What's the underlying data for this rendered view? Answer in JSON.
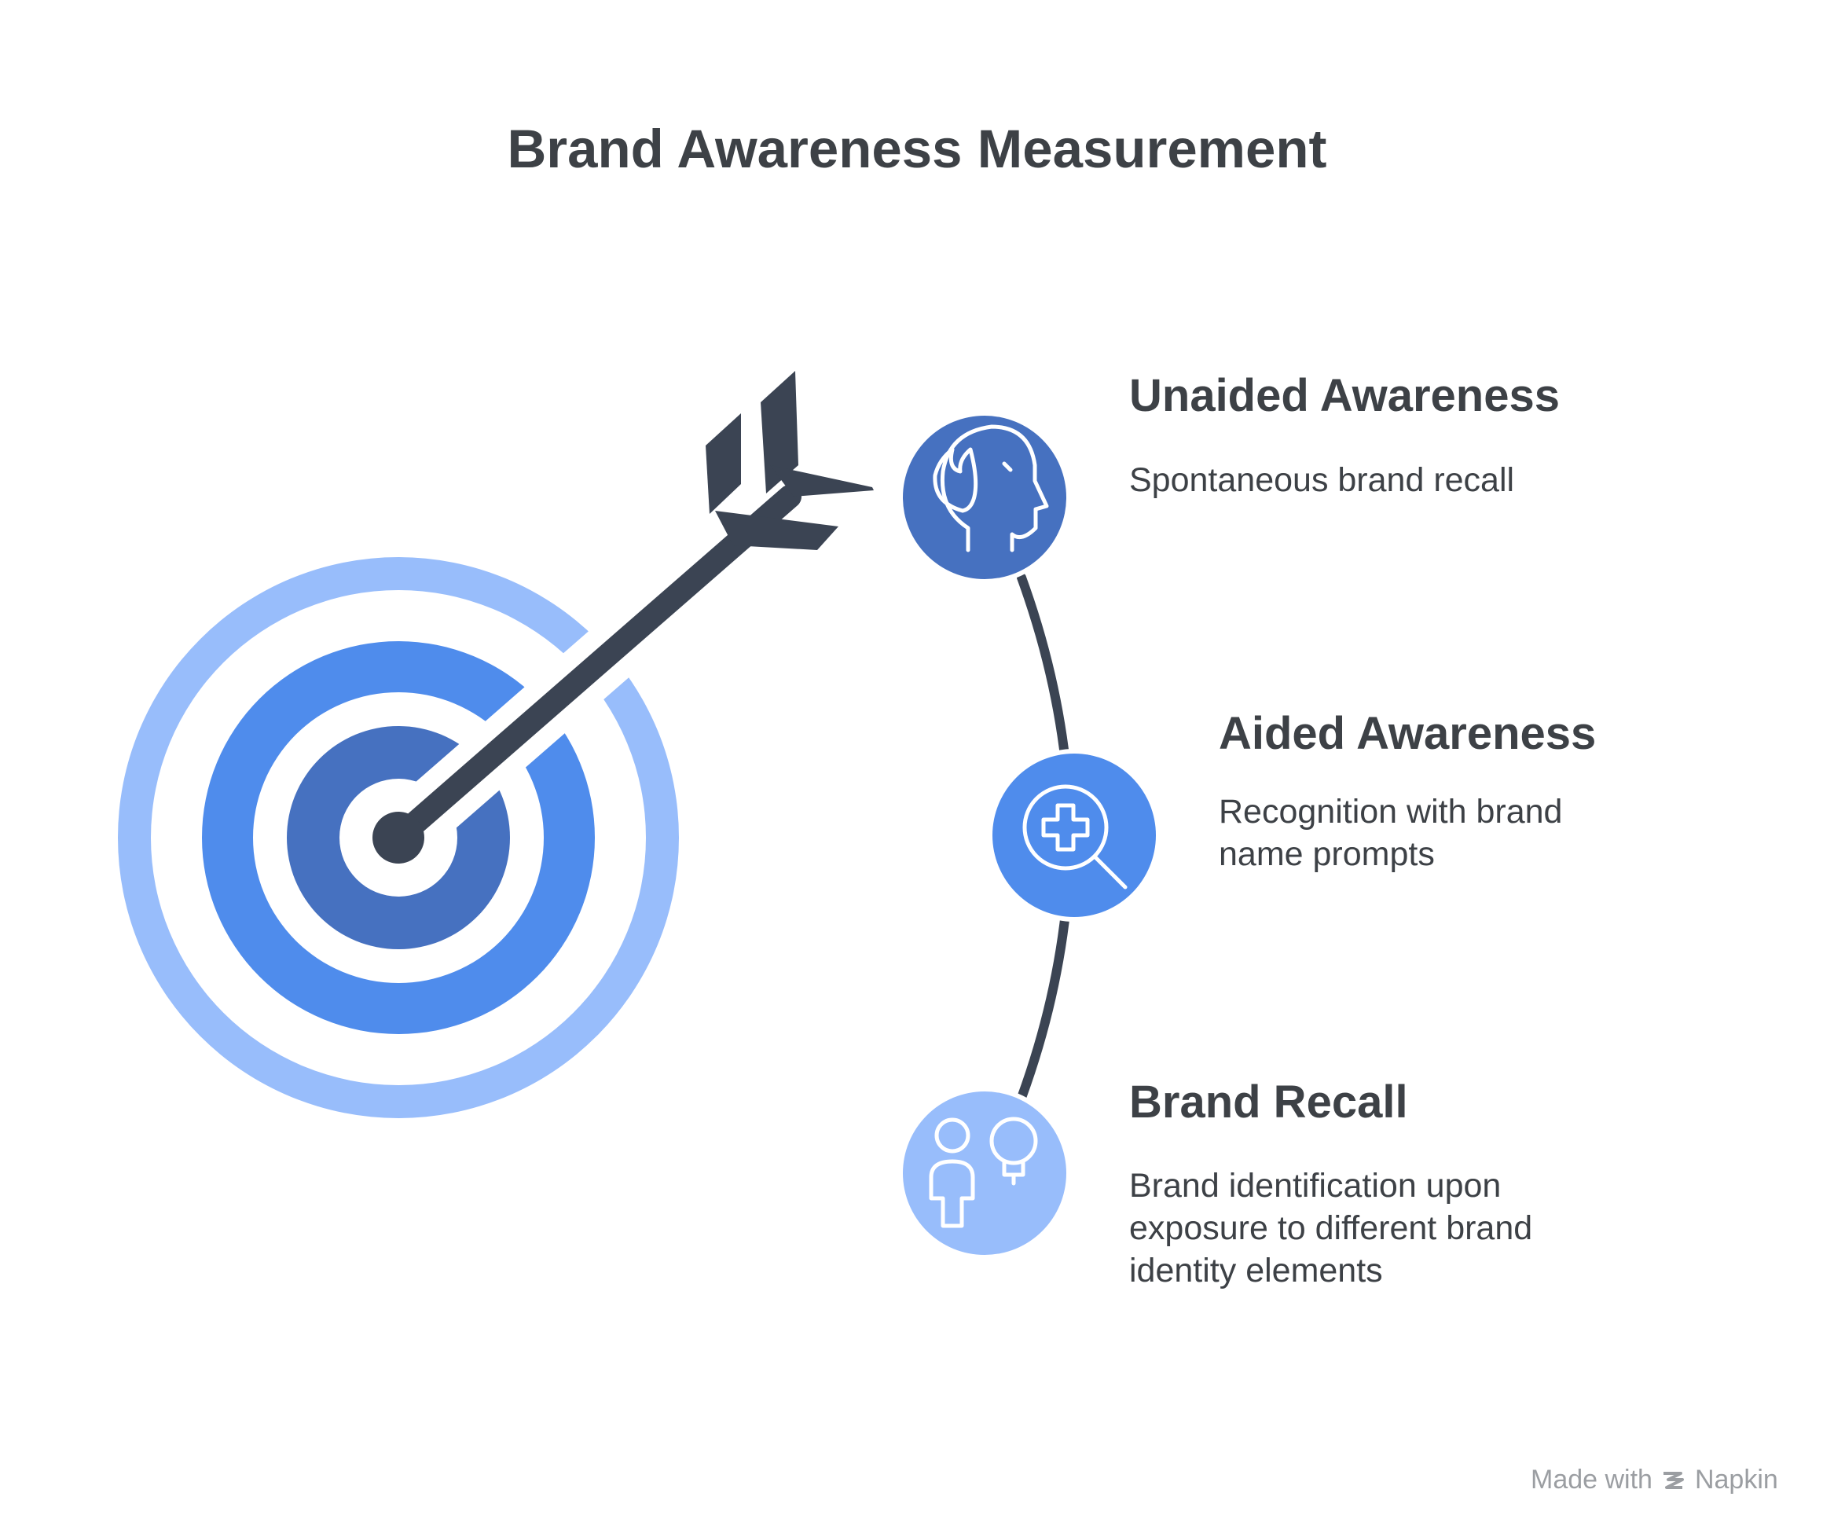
{
  "title": "Brand Awareness Measurement",
  "items": [
    {
      "title": "Unaided Awareness",
      "description": "Spontaneous brand recall",
      "icon": "head-flame-icon",
      "color": "#4671c0"
    },
    {
      "title": "Aided Awareness",
      "description": "Recognition with brand name prompts",
      "icon": "magnifier-plus-icon",
      "color": "#4f8cec"
    },
    {
      "title": "Brand Recall",
      "description": "Brand identification upon exposure to different brand identity elements",
      "icon": "person-lightbulb-icon",
      "color": "#98bdfb"
    }
  ],
  "colors": {
    "ring_outer": "#98bdfb",
    "ring_middle": "#4f8cec",
    "ring_inner": "#4671c0",
    "arrow": "#3b4453",
    "text": "#3d4146"
  },
  "watermark": {
    "prefix": "Made with",
    "brand": "Napkin"
  }
}
